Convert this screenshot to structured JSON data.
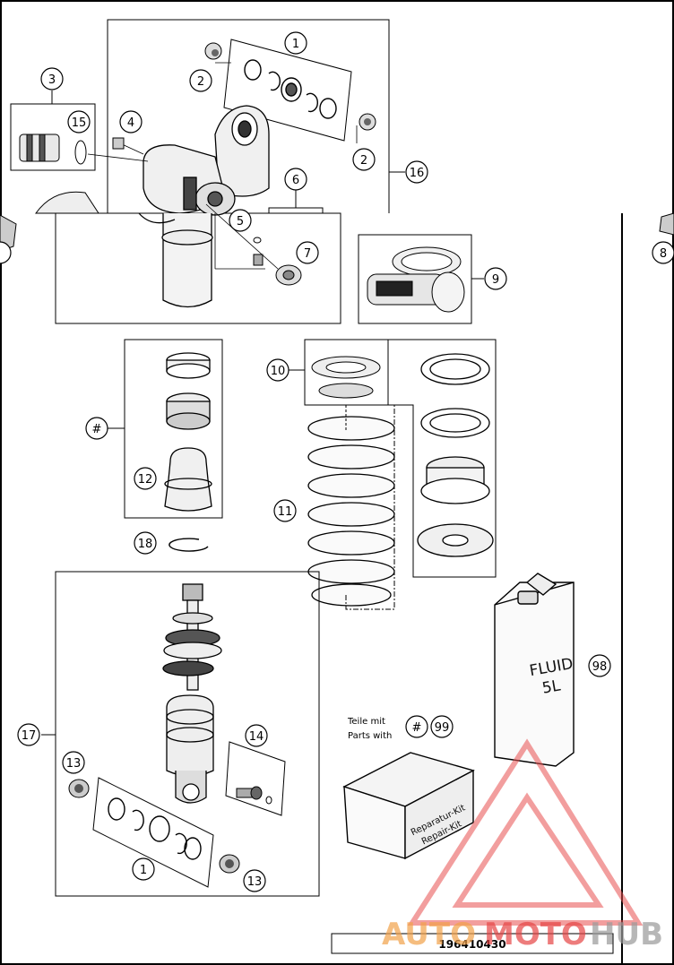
{
  "callouts": {
    "c1a": "1",
    "c2a": "2",
    "c2b": "2",
    "c3": "3",
    "c4": "4",
    "c5": "5",
    "c6": "6",
    "c7": "7",
    "c8": "8",
    "c9": "9",
    "c10": "10",
    "c11": "11",
    "c12": "12",
    "c13a": "13",
    "c13b": "13",
    "c14": "14",
    "c15": "15",
    "c16": "16",
    "c17": "17",
    "c18": "18",
    "c98": "98",
    "c99": "99",
    "hash_a": "#",
    "hash_b": "#",
    "c1b": "1"
  },
  "notes": {
    "parts_line1": "Teile mit",
    "parts_line2": "Parts with"
  },
  "fluid_can": {
    "line1": "FLUID",
    "line2": "5L"
  },
  "repair_kit": {
    "line1": "Reparatur-Kit",
    "line2": "Repair-Kit"
  },
  "document_number": "196410430",
  "watermark": {
    "part1": "AUTO",
    "part2": "MOTO",
    "part3": "HUB",
    "colors": {
      "auto": "#f2a24a",
      "moto": "#e64545",
      "hub": "#9a9a9a",
      "triangle": "#e85050"
    }
  }
}
